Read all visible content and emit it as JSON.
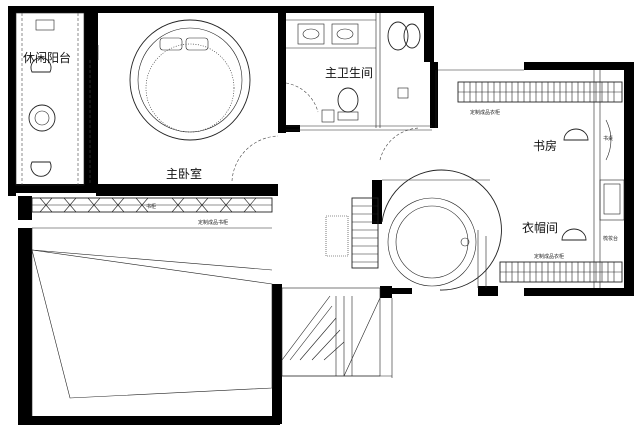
{
  "rooms": {
    "balcony": "休闲阳台",
    "master_bedroom": "主卧室",
    "master_bath": "主卫生间",
    "study": "书房",
    "cloakroom": "衣帽间"
  },
  "notes": {
    "wardrobe_top": "定制成品衣柜",
    "wardrobe_bottom": "定制成品衣柜",
    "bookcase": "定制成品书柜",
    "right_top": "书桌",
    "right_bottom": "梳妆台",
    "cabinet_mark": "书柜"
  },
  "colors": {
    "wall": "#000000",
    "line": "#222222"
  }
}
